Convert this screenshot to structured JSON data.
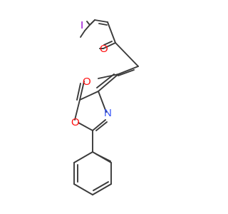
{
  "molecule": {
    "atoms": [
      {
        "symbol": "I",
        "color": "#9400D3"
      },
      {
        "symbol": "O",
        "color": "#FF0D0D"
      },
      {
        "symbol": "O",
        "color": "#FF0D0D"
      },
      {
        "symbol": "O",
        "color": "#FF0D0D"
      },
      {
        "symbol": "N",
        "color": "#3050F8"
      }
    ],
    "bond_color": "#3a3a3a"
  }
}
